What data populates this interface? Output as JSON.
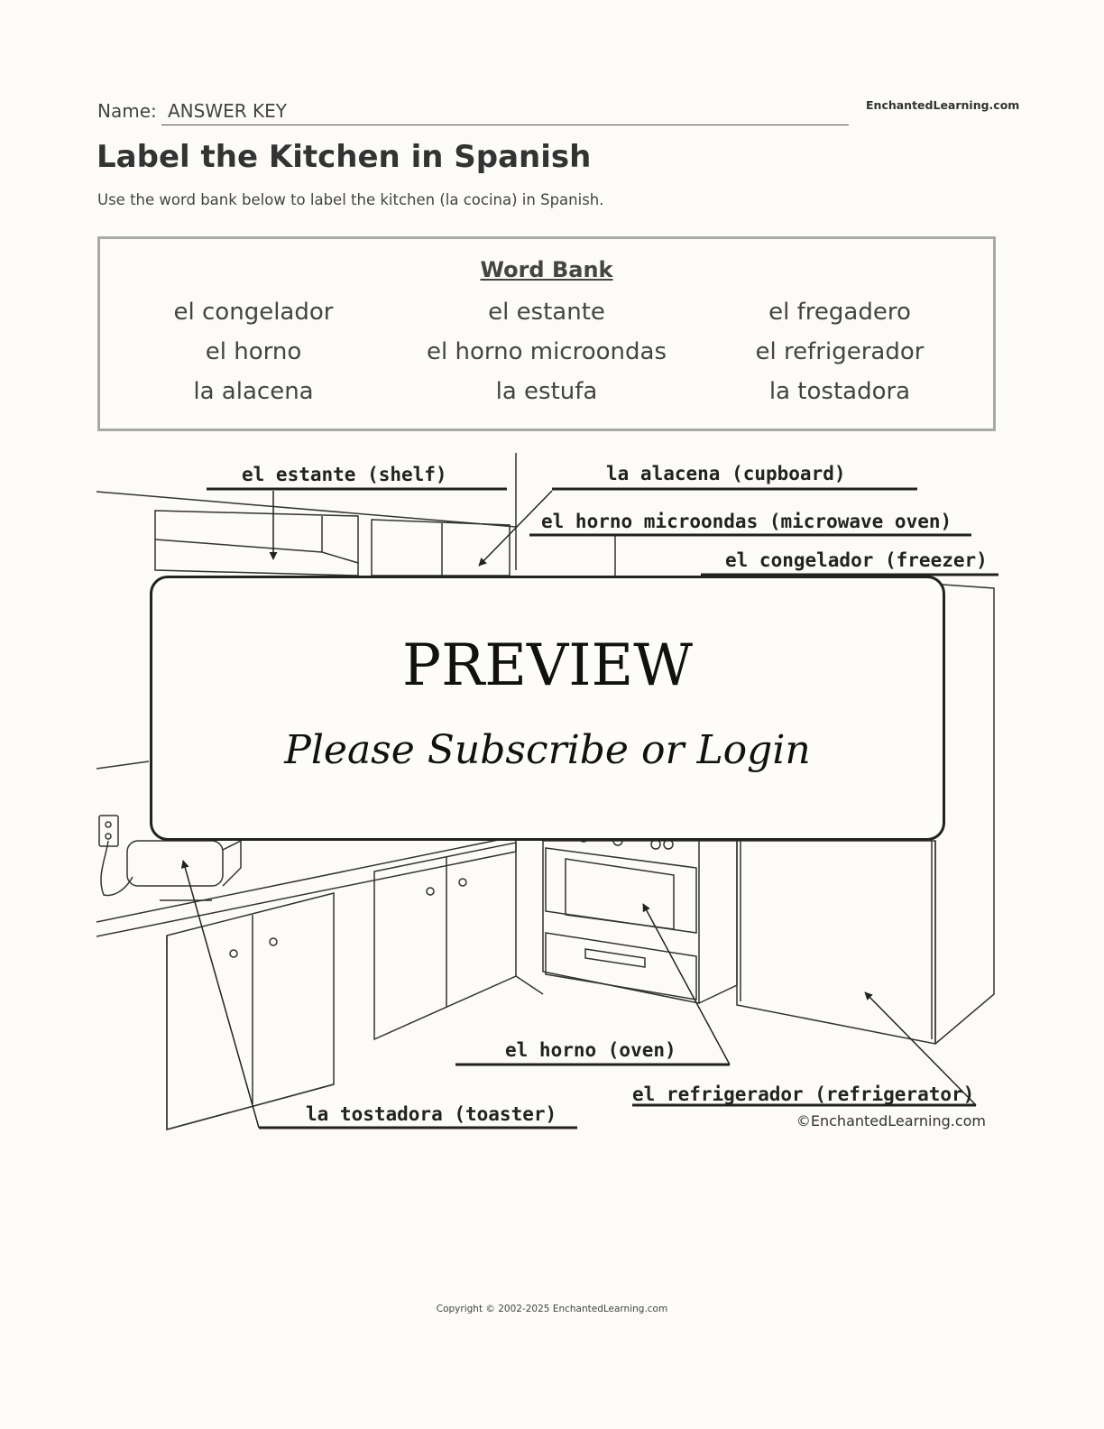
{
  "header": {
    "name_label": "Name:",
    "name_value": "ANSWER KEY",
    "site_logo": "EnchantedLearning.com"
  },
  "page": {
    "title": "Label the Kitchen in Spanish",
    "instructions": "Use the word bank below to label the kitchen (la cocina) in Spanish."
  },
  "word_bank": {
    "title": "Word Bank",
    "words": [
      "el congelador",
      "el estante",
      "el fregadero",
      "el horno",
      "el horno microondas",
      "el refrigerador",
      "la alacena",
      "la estufa",
      "la tostadora"
    ]
  },
  "illustration": {
    "labels": [
      "el estante (shelf)",
      "la alacena (cupboard)",
      "el horno microondas (microwave oven)",
      "el congelador (freezer)",
      "el horno (oven)",
      "el refrigerador (refrigerator)",
      "la tostadora (toaster)"
    ],
    "credit": "©EnchantedLearning.com"
  },
  "preview": {
    "title": "PREVIEW",
    "subtitle": "Please Subscribe or Login"
  },
  "footer": {
    "copyright": "Copyright © 2002-2025 EnchantedLearning.com"
  }
}
